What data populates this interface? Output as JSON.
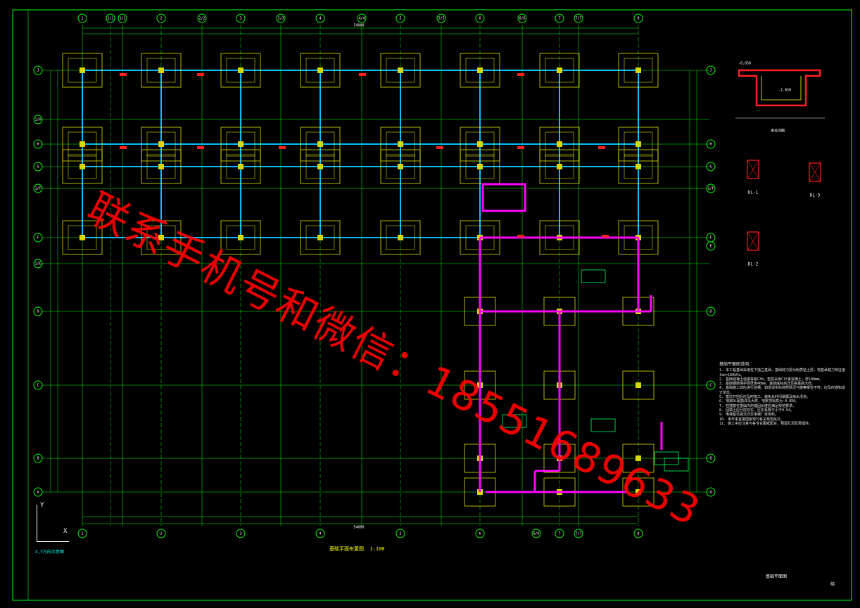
{
  "drawing": {
    "plan_title": "基础平面布置图",
    "plan_scale": "1:100",
    "coord_note": "X,Y方向示意图",
    "sheet_title": "基础平面图",
    "sheet_no": "结",
    "axis_x": "X",
    "axis_y": "Y"
  },
  "grid": {
    "vertical": [
      "1",
      "2/1",
      "1/1",
      "2",
      "2/2",
      "3",
      "3/3",
      "4",
      "4/4",
      "5",
      "5/5",
      "6",
      "6/6",
      "7",
      "7/7",
      "8"
    ],
    "horizontal_left": [
      "J",
      "1/H",
      "H",
      "G",
      "1/F",
      "F",
      "1/E",
      "D",
      "C",
      "B",
      "A"
    ],
    "horizontal_right": [
      "J",
      "H",
      "G",
      "1/F",
      "F",
      "E",
      "D",
      "C",
      "B",
      "A"
    ],
    "bottom_axes": [
      "1",
      "2",
      "3",
      "4",
      "5",
      "6",
      "6/6",
      "7",
      "7/7",
      "8"
    ],
    "top_total_dim": "54000",
    "bottom_total_dim": "54000"
  },
  "details": {
    "section_label": "承台详图",
    "dl1": "DL-1",
    "dl2": "DL-2",
    "dl3": "DL-3",
    "elev_top": "-0.050",
    "elev_bottom": "-1.850"
  },
  "notes": {
    "title": "基础平面图说明：",
    "lines": [
      "1. 本工程基础采用柱下独立基础，基础持力层为粉质粘土层，地基承载力特征值fak=180kPa。",
      "2. 基础混凝土强度等级C30，垫层采用C15素混凝土，厚100mm。",
      "3. 基础钢筋保护层厚度40mm，基础底标高详见各基础大样。",
      "4. 基础施工前应进行验槽，如发现实际地质情况与勘察报告不符，应及时通知设计单位。",
      "5. 基坑开挖后应及时施工，避免长时间暴露及雨水浸泡。",
      "6. 地梁DL配筋详见大样，地梁顶标高为-0.050。",
      "7. 柱插筋在基础内的锚固长度应满足规范要求。",
      "8. 回填土应分层夯实，压实系数不小于0.94。",
      "9. 电梯基坑做法详见电梯厂家资料。",
      "10. 未尽事宜按国家现行有关规范执行。",
      "11. 施工中应注意与各专业图纸配合，预留孔洞及预埋件。"
    ]
  },
  "watermark": "联系手机号和微信：18551689633",
  "colors": {
    "background": "#000000",
    "grid": "#00ff00",
    "beam": "#00c0ff",
    "wall": "#ff00ff",
    "text": "#ffff00",
    "label": "#ff2020"
  }
}
